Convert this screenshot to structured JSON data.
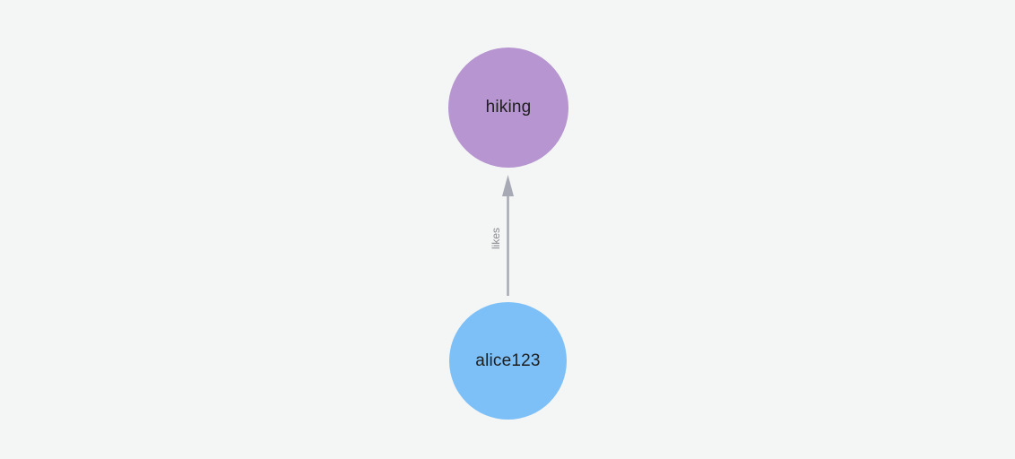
{
  "canvas": {
    "background": "#f4f5f5"
  },
  "graph": {
    "nodes": [
      {
        "id": "hiking",
        "label": "hiking",
        "color": "#b695d0",
        "text_color": "#1e1e1e"
      },
      {
        "id": "alice123",
        "label": "alice123",
        "color": "#7cc0f7",
        "text_color": "#1e1e1e"
      }
    ],
    "edges": [
      {
        "from": "alice123",
        "to": "hiking",
        "label": "likes",
        "color": "#a7aab5",
        "label_color": "#8c8c92"
      }
    ]
  }
}
